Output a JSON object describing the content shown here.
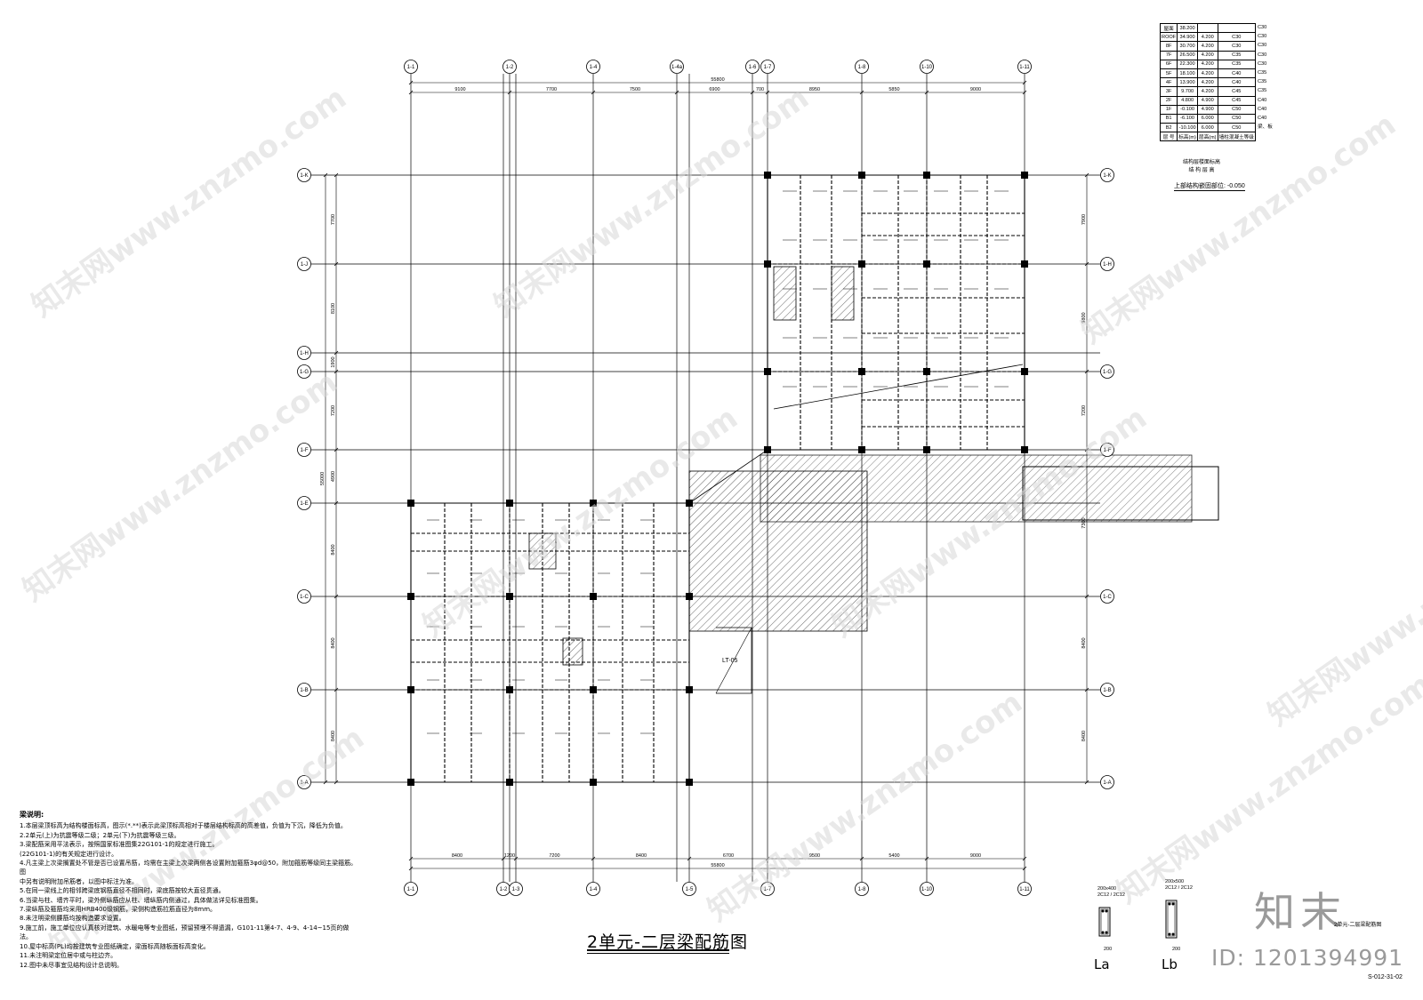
{
  "title": "2单元-二层梁配筋图",
  "brand": "知末",
  "id_text": "ID: 1201394991",
  "sheet_no": "S-012-31-02",
  "sheet_label": "2单元-二层梁配筋图",
  "watermark": "知末网www.znzmo.com",
  "axes_top": [
    "1-1",
    "1-2",
    "1-4",
    "1-4a",
    "1-6",
    "1-7",
    "1-8",
    "1-10",
    "1-11"
  ],
  "axes_bottom": [
    "1-1",
    "1-2",
    "1-3",
    "1-4",
    "1-5",
    "1-7",
    "1-8",
    "1-10",
    "1-11"
  ],
  "axes_left": [
    "1-K",
    "1-J",
    "1-H",
    "1-G",
    "1-F",
    "1-E",
    "1-C",
    "1-B",
    "1-A"
  ],
  "axes_right": [
    "1-K",
    "1-H",
    "1-G",
    "1-F",
    "1-C",
    "1-B",
    "1-A"
  ],
  "dims_top": [
    "9100",
    "7700",
    "7500",
    "6900",
    "700",
    "8950",
    "5850",
    "9000"
  ],
  "dim_top_total": "55800",
  "dims_bottom": [
    "8400",
    "1200",
    "7200",
    "8400",
    "6700",
    "9500",
    "5400",
    "9000"
  ],
  "dim_bottom_total": "55800",
  "dims_left": [
    "7700",
    "8100",
    "1900",
    "7200",
    "4900",
    "8400",
    "8400",
    "8400"
  ],
  "dim_left_total": "55000",
  "dims_right": [
    "7900",
    "9800",
    "7200",
    "7300",
    "8400",
    "8400"
  ],
  "stair_label": "LT-05",
  "level_table": {
    "header_top": "38.200",
    "rows": [
      [
        "ROOF",
        "34.900",
        "4.200",
        "C30"
      ],
      [
        "8F",
        "30.700",
        "4.200",
        "C30"
      ],
      [
        "7F",
        "26.500",
        "4.200",
        "C35"
      ],
      [
        "6F",
        "22.300",
        "4.200",
        "C35"
      ],
      [
        "5F",
        "18.100",
        "4.200",
        "C40"
      ],
      [
        "4F",
        "13.900",
        "4.200",
        "C40"
      ],
      [
        "3F",
        "9.700",
        "4.200",
        "C45"
      ],
      [
        "2F",
        "4.800",
        "4.900",
        "C45"
      ],
      [
        "1F",
        "-0.100",
        "4.900",
        "C50"
      ],
      [
        "B1",
        "-6.100",
        "6.000",
        "C50"
      ],
      [
        "B2",
        "-10.100",
        "6.000",
        "C50"
      ]
    ],
    "side_col": [
      "C30",
      "C30",
      "C30",
      "C30",
      "C30",
      "C35",
      "C35",
      "C35",
      "C40",
      "C40",
      "C40"
    ],
    "footer": [
      "层 号",
      "标高(m)",
      "层高(m)",
      "墙柱混凝土等级",
      "梁、板"
    ],
    "note1": "结构层楼面标高",
    "note2": "结 构 层 高",
    "datum": "上部结构嵌固部位: -0.050"
  },
  "sections": [
    {
      "label": "La",
      "size": "200x400",
      "bars": "2C12 / 2C12",
      "dim": "200"
    },
    {
      "label": "Lb",
      "size": "200x500",
      "bars": "2C12 / 2C12",
      "dim": "200"
    }
  ],
  "notes_title": "梁说明:",
  "notes": [
    "1.本层梁顶标高为结构楼面标高，图示(*.**)表示此梁顶标高相对于楼层结构标高的高差值，负值为下沉，降低为负值。",
    "2.2单元(上)为抗震等级二级；2单元(下)为抗震等级三级。",
    "3.梁配筋采用平法表示，按照国家标准图集22G101-1的规定进行施工。",
    "(22G101-1)的有关规定进行设计。",
    "4.凡主梁上次梁搁置处不管是否已设置吊筋，均需在主梁上次梁两侧各设置附加箍筋3φd@50，附加箍筋等级同主梁箍筋。图",
    "中另有说明附加吊筋者，以图中标注为准。",
    "5.在同一梁线上的相邻跨梁底钢筋直径不相同时，梁底筋按较大直径贯通。",
    "6.当梁与柱、墙齐平时，梁外侧纵筋应从柱、墙纵筋内侧通过，具体做法详见标准图集。",
    "7.梁纵筋及箍筋均采用HRB400级钢筋，梁侧构造筋拉筋直径为8mm。",
    "8.未注明梁侧腰筋均按构造要求设置。",
    "9.施工前，施工单位应认真核对建筑、水暖电等专业图纸，预留预埋不得遗漏，G101-11第4-7、4-9、4-14~15页的做法。",
    "10.屋中标高(PL)均按建筑专业图纸确定，梁面标高随板面标高变化。",
    "11.未注明梁定位居中或与柱边齐。",
    "12.图中未尽事宜见结构设计总说明。"
  ]
}
